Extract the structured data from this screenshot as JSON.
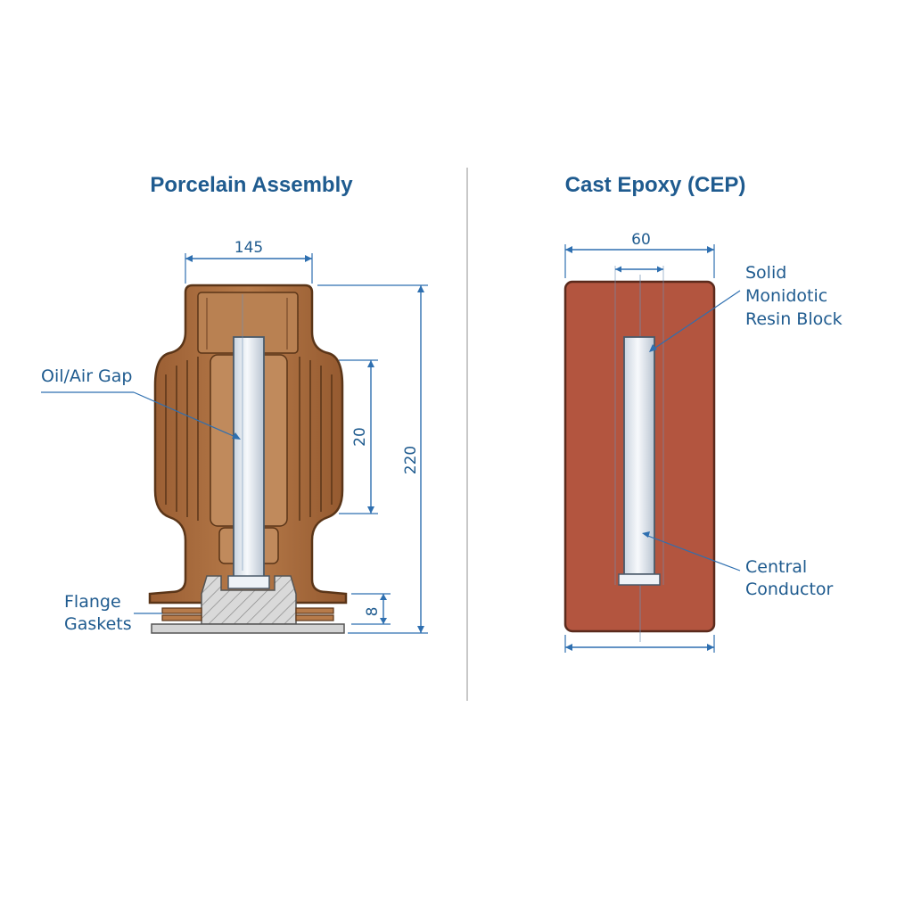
{
  "colors": {
    "text_blue": "#1f5b8f",
    "dimension_line": "#2e6fb0",
    "porcelain_fill": "#a86a3c",
    "porcelain_stroke": "#5a3518",
    "epoxy_fill": "#b3553f",
    "epoxy_stroke": "#5a2a1c",
    "conductor_fill": "#eef2f7",
    "base_fill": "#d4d4d4",
    "divider": "#b5b5b5"
  },
  "left_panel": {
    "title": "Porcelain Assembly",
    "dims": {
      "width": "145",
      "gap_height": "20",
      "total_height": "220",
      "flange": "8"
    },
    "labels": {
      "oil_gap": "Oil/Air Gap",
      "flange_line1": "Flange",
      "flange_line2": "Gaskets"
    }
  },
  "right_panel": {
    "title": "Cast Epoxy (CEP)",
    "dims": {
      "width": "60"
    },
    "labels": {
      "resin_line1": "Solid",
      "resin_line2": "Monidotic",
      "resin_line3": "Resin Block",
      "conductor_line1": "Central",
      "conductor_line2": "Conductor"
    }
  }
}
